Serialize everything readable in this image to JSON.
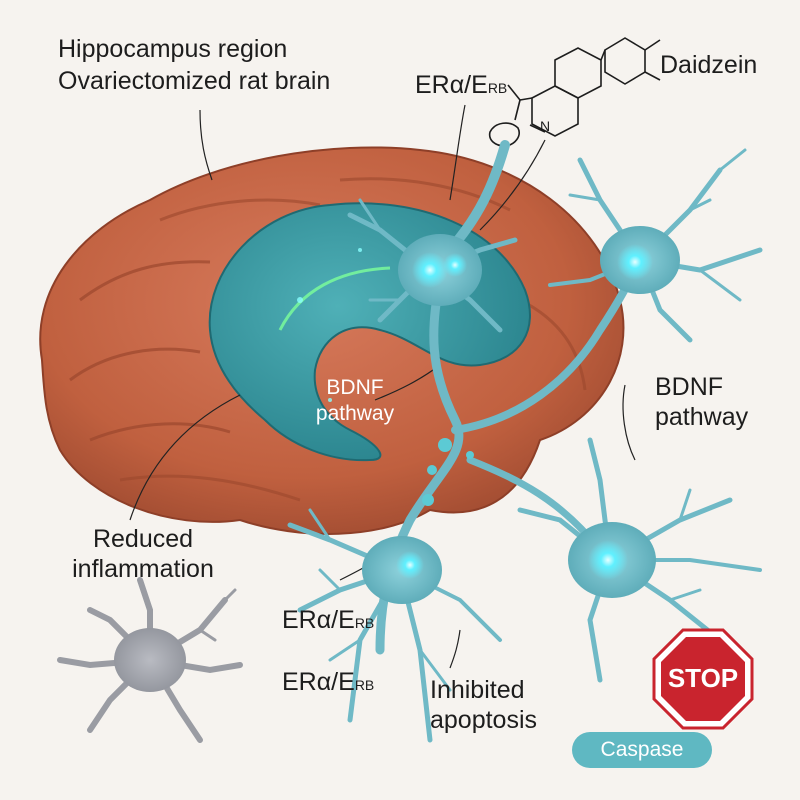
{
  "labels": {
    "title_line1": "Hippocampus region",
    "title_line2": "Ovariectomized rat brain",
    "daidzein": "Daidzein",
    "er_main": "ERα/E",
    "er_main_sub": "RB",
    "bdnf_inner_line1": "BDNF",
    "bdnf_inner_line2": "pathway",
    "bdnf_right_line1": "BDNF",
    "bdnf_right_line2": "pathway",
    "reduced_line1": "Reduced",
    "reduced_line2": "inflammation",
    "er_lower1": "ERα/E",
    "er_lower1_sub": "RB",
    "er_lower2": "ERα/E",
    "er_lower2_sub": "RB",
    "inhibited_line1": "Inhibited",
    "inhibited_line2": "apoptosis",
    "stop": "STOP",
    "caspase": "Caspase",
    "molecule_n": "N"
  },
  "colors": {
    "brain": "#c8694f",
    "hippocampus": "#3a9aa3",
    "neuron": "#6fb9c6",
    "neuron_glow": "#5ff0ff",
    "microglia": "#9a9ca3",
    "stop_red": "#c9242e",
    "caspase_pill": "#5fb8c2"
  },
  "icons": [
    "daidzein-molecule-icon",
    "stop-sign-icon",
    "microglia-icon",
    "neuron-icon"
  ]
}
